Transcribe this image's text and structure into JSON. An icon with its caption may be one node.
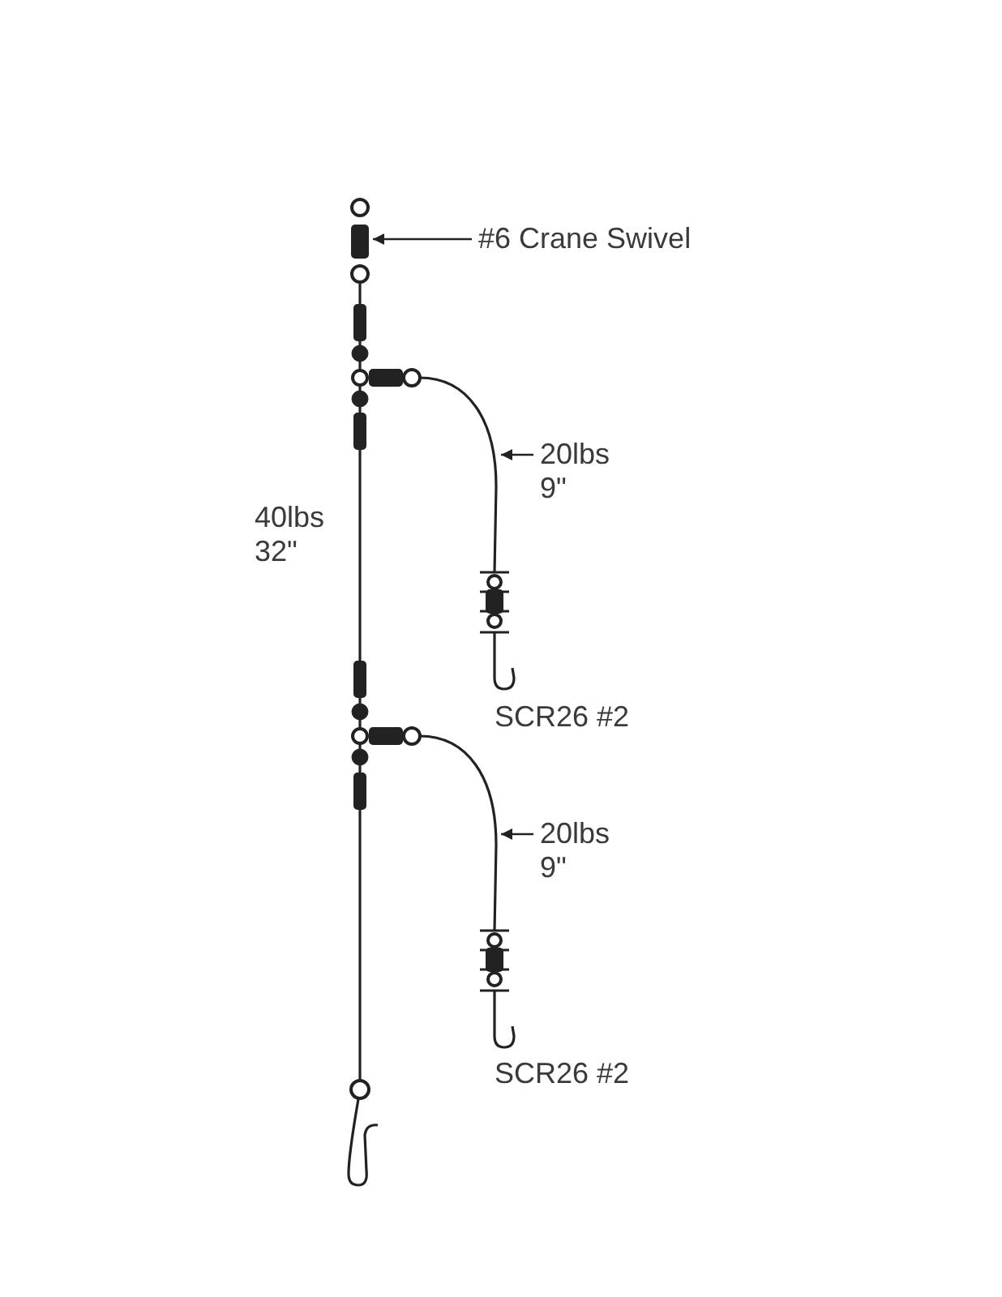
{
  "diagram": {
    "nodes": [
      {
        "text": [
          "#6 Crane Swivel"
        ]
      },
      {
        "text": [],
        "shape": "picture"
      },
      {
        "text": [
          "20lbs 9\""
        ]
      },
      {
        "text": [],
        "shape": "line"
      },
      {
        "text": [
          "20lbs 9\""
        ]
      },
      {
        "text": [],
        "shape": "line"
      }
    ],
    "edges": [
      {
        "from": 0,
        "to": 1,
        "arrow": "to"
      },
      {
        "from": 2,
        "to": 3,
        "arrow": "to"
      },
      {
        "from": 4,
        "to": 5,
        "arrow": "to"
      }
    ],
    "labels": [
      "40lbs 32\"",
      "SCR26 #2",
      "SCR26 #2"
    ]
  }
}
